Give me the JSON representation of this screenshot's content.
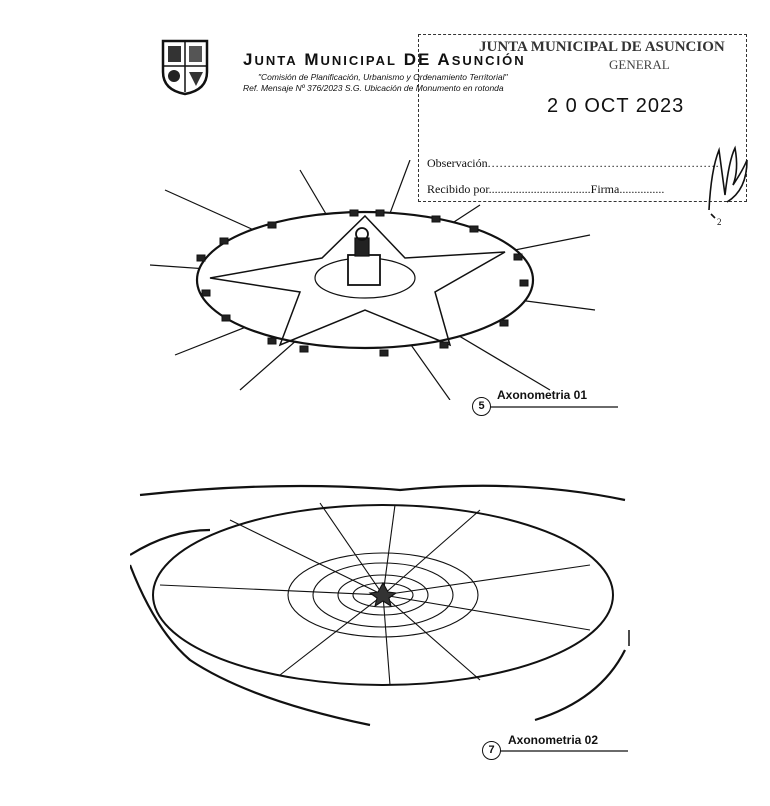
{
  "header": {
    "title_lead_1": "J",
    "title_rest_1": "UNTA",
    "title_lead_2": "M",
    "title_rest_2": "UNICIPAL",
    "title_lead_3": "DE",
    "title_lead_4": "A",
    "title_rest_4": "SUNCIÓN",
    "subtitle": "\"Comisión de Planificación, Urbanismo y Ordenamiento Territorial\"",
    "reference": "Ref. Mensaje Nº 376/2023 S.G. Ubicación de Monumento en rotonda"
  },
  "stamp": {
    "line1": "JUNTA MUNICIPAL DE ASUNCION",
    "line2": "GENERAL",
    "date": "2 0 OCT 2023",
    "observacion": "Observación",
    "recibido": "Recibido por",
    "firma": "Firma",
    "page_num": "2"
  },
  "figures": [
    {
      "number": "5",
      "label": "Axonometria 01"
    },
    {
      "number": "7",
      "label": "Axonometria 02"
    }
  ]
}
